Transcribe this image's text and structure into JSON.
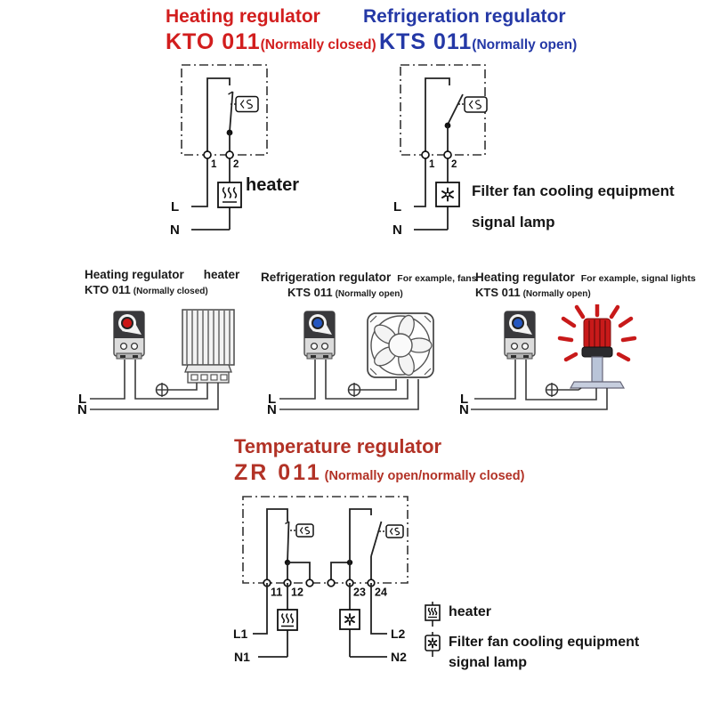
{
  "colors": {
    "heating_red": "#d21e1e",
    "refrigeration_blue": "#2438a6",
    "temperature_brick": "#b23226",
    "wire_black": "#222222",
    "dial_red": "#cc1616",
    "dial_blue": "#2456c0",
    "lamp_red": "#c81a1a"
  },
  "header_heating": {
    "title": "Heating regulator",
    "model": "KTO 011",
    "note": "(Normally closed)"
  },
  "header_refrigeration": {
    "title": "Refrigeration regulator",
    "model": "KTS 011",
    "note": "(Normally open)"
  },
  "header_temperature": {
    "title": "Temperature regulator",
    "model": "ZR 011",
    "note": "(Normally open/normally closed)"
  },
  "circuit_kto": {
    "t1": "1",
    "t2": "2",
    "l": "L",
    "n": "N",
    "load": "heater"
  },
  "circuit_kts": {
    "t1": "1",
    "t2": "2",
    "l": "L",
    "n": "N",
    "load_line1": "Filter fan cooling equipment",
    "load_line2": "signal lamp"
  },
  "examples": [
    {
      "title": "Heating regulator",
      "extra": "heater",
      "model": "KTO 011",
      "note": "(Normally closed)",
      "l": "L",
      "n": "N"
    },
    {
      "title": "Refrigeration regulator",
      "extra": "For example, fans",
      "model": "KTS 011",
      "note": "(Normally open)",
      "l": "L",
      "n": "N"
    },
    {
      "title": "Heating regulator",
      "extra": "For example, signal lights",
      "model": "KTS 011",
      "note": "(Normally open)",
      "l": "L",
      "n": "N"
    }
  ],
  "circuit_zr": {
    "t11": "11",
    "t12": "12",
    "t23": "23",
    "t24": "24",
    "l1": "L1",
    "n1": "N1",
    "l2": "L2",
    "n2": "N2"
  },
  "legend": {
    "heater_label": "heater",
    "fan_label_line1": "Filter fan cooling equipment",
    "fan_label_line2": "signal lamp"
  }
}
